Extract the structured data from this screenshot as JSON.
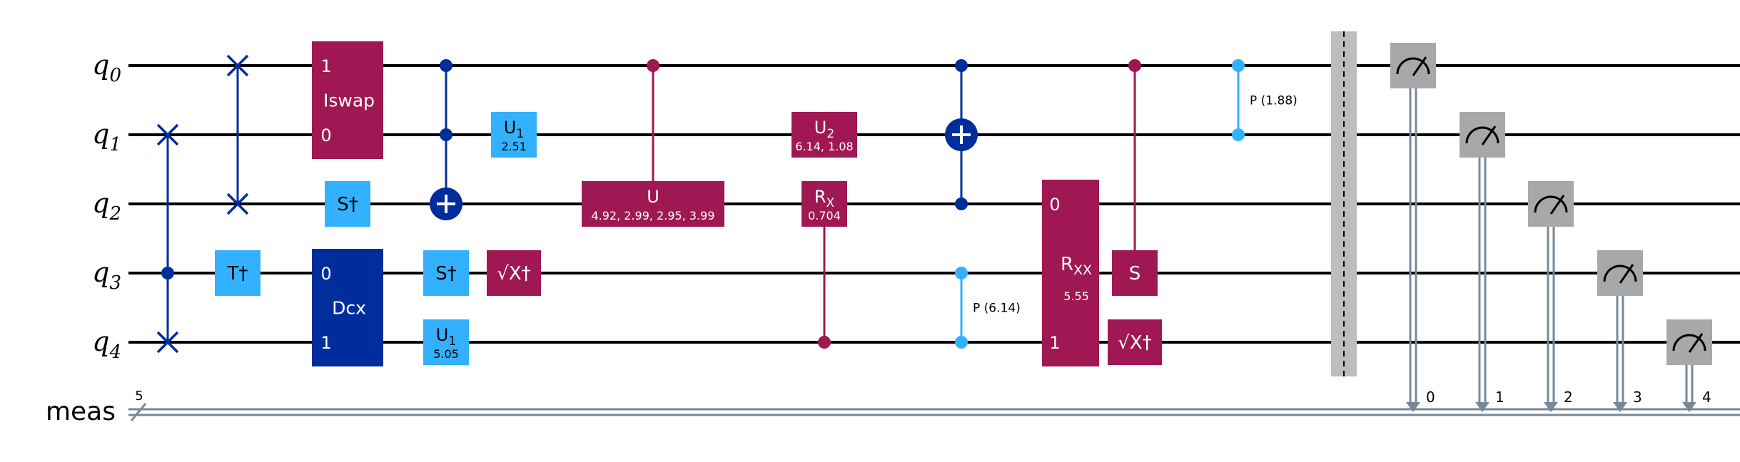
{
  "colors": {
    "dark_blue": "#002D9C",
    "light_blue": "#33B1FF",
    "magenta": "#9F1853",
    "gray": "#A8A8A8",
    "classical": "#778899",
    "barrier": "#BDBDBD"
  },
  "qubits": [
    {
      "base": "q",
      "sub": "0"
    },
    {
      "base": "q",
      "sub": "1"
    },
    {
      "base": "q",
      "sub": "2"
    },
    {
      "base": "q",
      "sub": "3"
    },
    {
      "base": "q",
      "sub": "4"
    }
  ],
  "creg": {
    "label": "meas",
    "size": "5"
  },
  "gates": [
    {
      "kind": "swap",
      "col": 1,
      "a": 1,
      "b": 4
    },
    {
      "kind": "control",
      "col": 1,
      "q": 3
    },
    {
      "kind": "single",
      "col": 2,
      "q": 3,
      "label": "T†",
      "color": "light_blue"
    },
    {
      "kind": "swap",
      "col": 2,
      "a": 0,
      "b": 2
    },
    {
      "kind": "multi",
      "col": 3,
      "q0": 0,
      "q1": 1,
      "label": "Iswap",
      "ports": [
        "1",
        "0"
      ],
      "color": "magenta"
    },
    {
      "kind": "single",
      "col": 3,
      "q": 2,
      "label": "S†",
      "color": "light_blue"
    },
    {
      "kind": "multi",
      "col": 3,
      "q0": 3,
      "q1": 4,
      "label": "Dcx",
      "ports": [
        "0",
        "1"
      ],
      "color": "dark_blue"
    },
    {
      "kind": "ccx",
      "col": 4,
      "controls": [
        0,
        1
      ],
      "target": 2
    },
    {
      "kind": "single",
      "col": 4,
      "q": 3,
      "label": "S†",
      "color": "light_blue"
    },
    {
      "kind": "single",
      "col": 4,
      "q": 4,
      "label": "U",
      "sub": "1",
      "param": "5.05",
      "color": "light_blue"
    },
    {
      "kind": "single",
      "col": 5,
      "q": 1,
      "label": "U",
      "sub": "1",
      "param": "2.51",
      "color": "light_blue"
    },
    {
      "kind": "single",
      "col": 5,
      "q": 3,
      "label": "√X†",
      "color": "magenta"
    },
    {
      "kind": "cu",
      "col": 6,
      "control": 0,
      "target": 2,
      "label": "U",
      "param": "4.92, 2.99, 2.95, 3.99"
    },
    {
      "kind": "single",
      "col": 7,
      "q": 1,
      "label": "U",
      "sub": "2",
      "param": "6.14, 1.08",
      "color": "magenta"
    },
    {
      "kind": "crx",
      "col": 7,
      "control": 4,
      "target": 2,
      "label": "R",
      "sub": "X",
      "param": "0.704"
    },
    {
      "kind": "cnot",
      "col": 8,
      "control": 2,
      "target": 1,
      "extra": 0
    },
    {
      "kind": "cp",
      "col": 8,
      "a": 3,
      "b": 4,
      "label": "P (6.14)"
    },
    {
      "kind": "rxx",
      "col": 9,
      "q0": 2,
      "q1": 4,
      "label": "R",
      "sub": "XX",
      "param": "5.55",
      "ports": [
        "0",
        "1"
      ]
    },
    {
      "kind": "cs",
      "col": 10,
      "control": 0,
      "target": 3,
      "label": "S"
    },
    {
      "kind": "single",
      "col": 10,
      "q": 4,
      "label": "√X†",
      "color": "magenta"
    },
    {
      "kind": "cp",
      "col": 11,
      "a": 0,
      "b": 1,
      "label": "P (1.88)"
    }
  ],
  "measure_bits": [
    "0",
    "1",
    "2",
    "3",
    "4"
  ]
}
